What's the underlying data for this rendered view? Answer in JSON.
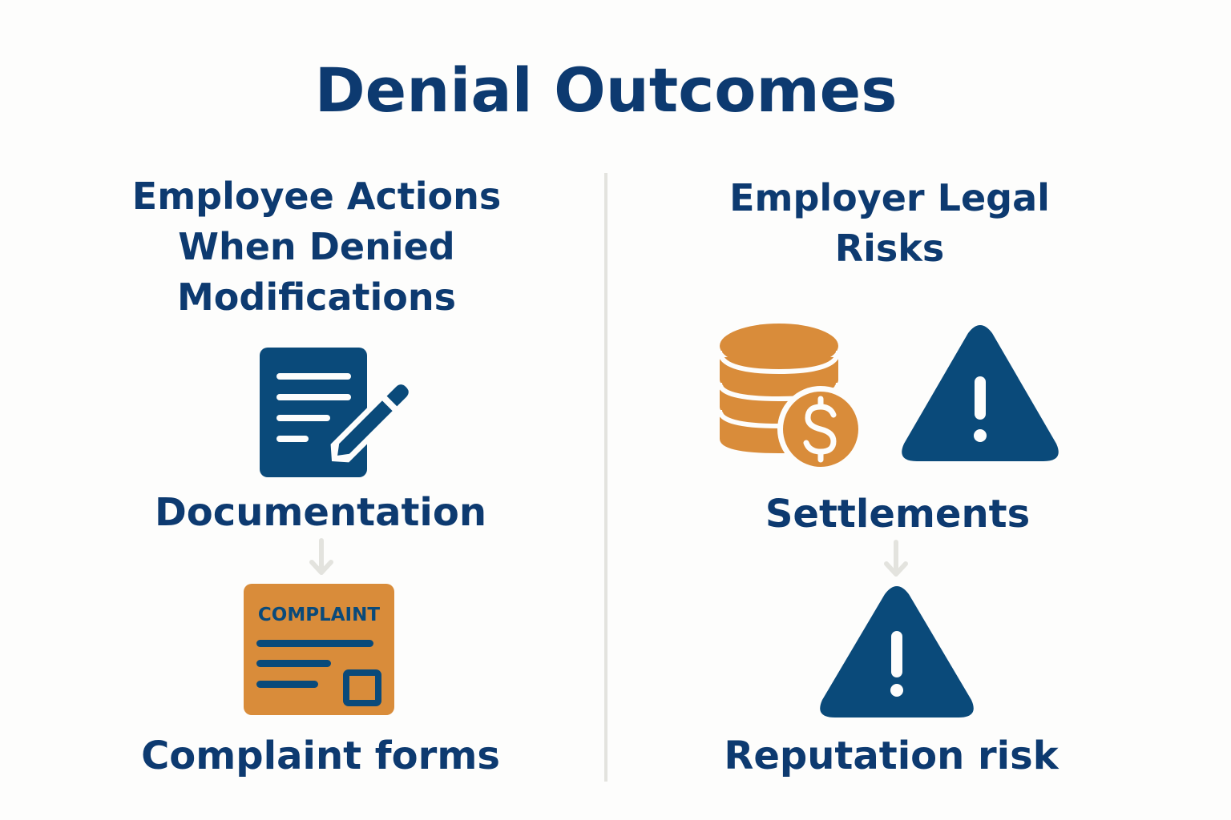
{
  "title": "Denial Outcomes",
  "colors": {
    "text_navy": "#0d3a70",
    "icon_navy": "#0a4a7a",
    "orange": "#d98c3a",
    "background": "#fdfdfc",
    "divider": "#e3e3de",
    "arrow": "#e3e3de"
  },
  "left_column": {
    "heading_lines": [
      "Employee Actions",
      "When Denied",
      "Modifications"
    ],
    "steps": [
      {
        "icon": "document-edit-icon",
        "label": "Documentation"
      },
      {
        "icon": "complaint-form-icon",
        "label": "Complaint forms",
        "icon_text": "COMPLAINT"
      }
    ]
  },
  "right_column": {
    "heading_lines": [
      "Employer Legal",
      "Risks"
    ],
    "steps": [
      {
        "icon": "coins-dollar-icon",
        "secondary_icon": "warning-triangle-icon",
        "label": "Settlements"
      },
      {
        "icon": "warning-triangle-icon",
        "label": "Reputation risk"
      }
    ]
  },
  "connectors": {
    "left": "down-arrow-icon",
    "right": "down-arrow-icon"
  }
}
